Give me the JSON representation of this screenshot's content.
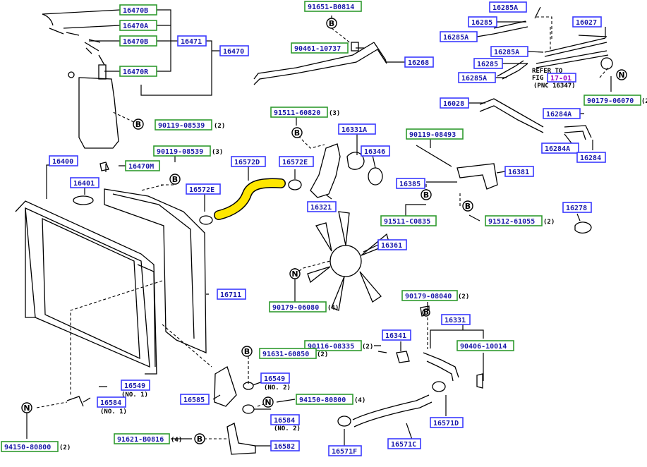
{
  "colors": {
    "part_label_border": "#3a3aff",
    "fastener_label_border": "#2e9a2e",
    "label_text": "#1a1aa8",
    "highlight_hose": "#ffe600",
    "ref_label_text": "#9b00c8"
  },
  "labels": {
    "l16470B_top": "16470B",
    "l16470A": "16470A",
    "l16470B_mid": "16470B",
    "l16470R": "16470R",
    "l16471": "16471",
    "l16470": "16470",
    "l91651": "91651-B0814",
    "l90461": "90461-10737",
    "l16268": "16268",
    "l16285A_1": "16285A",
    "l16285_1": "16285",
    "l16285A_2": "16285A",
    "l16027": "16027",
    "l16285A_3": "16285A",
    "l16285_2": "16285",
    "l16285A_4": "16285A",
    "l16028": "16028",
    "l90179_06070": "90179-06070",
    "l90119_08539a": "90119-08539",
    "l91511_60820": "91511-60820",
    "l16331A": "16331A",
    "l90119_08493": "90119-08493",
    "l16284A_1": "16284A",
    "l16284A_2": "16284A",
    "l16284": "16284",
    "l90119_08539b": "90119-08539",
    "l16470M": "16470M",
    "l16572D": "16572D",
    "l16572E_1": "16572E",
    "l16346": "16346",
    "l16381": "16381",
    "l16400": "16400",
    "l16401": "16401",
    "l16572E_2": "16572E",
    "l16385": "16385",
    "l16321": "16321",
    "l91511_C0835": "91511-C0835",
    "l91512_61055": "91512-61055",
    "l16278": "16278",
    "l16361": "16361",
    "l16711": "16711",
    "l90179_06080": "90179-06080",
    "l90179_08040": "90179-08040",
    "l16331": "16331",
    "l90116_08335": "90116-08335",
    "l16341": "16341",
    "l90406_10014": "90406-10014",
    "l91631_60850": "91631-60850",
    "l16549_1": "16549",
    "l16549_2": "16549",
    "l16585": "16585",
    "l94150_80800a": "94150-80800",
    "l16584_1": "16584",
    "l16584_2": "16584",
    "l16571D": "16571D",
    "l91621_B0816": "91621-B0816",
    "l16582": "16582",
    "l94150_80800b": "94150-80800",
    "l16571F": "16571F",
    "l16571C": "16571C"
  },
  "qty": {
    "q90119a": "(2)",
    "q91511": "(3)",
    "q90179_06070": "(2)",
    "q90119b": "(3)",
    "q91512": "(2)",
    "q90179_06080": "(4)",
    "q90179_08040": "(2)",
    "q90116": "(2)",
    "q91631": "(2)",
    "q94150a": "(4)",
    "q91621": "(4)",
    "q94150b": "(2)"
  },
  "notes": {
    "refer_line1": "REFER TO",
    "refer_line2": "FIG",
    "refer_fig": "17-01",
    "refer_line3": "(PNC 16347)",
    "no1_a": "(NO. 1)",
    "no1_b": "(NO. 1)",
    "no2_a": "(NO. 2)",
    "no2_b": "(NO. 2)"
  },
  "callouts": {
    "b1": "B",
    "b2": "B",
    "b3": "B",
    "b4": "B",
    "b5": "B",
    "b6": "B",
    "b7": "B",
    "b8": "B",
    "b9": "B",
    "n1": "N",
    "n2": "N",
    "n3": "N",
    "n4": "N"
  }
}
